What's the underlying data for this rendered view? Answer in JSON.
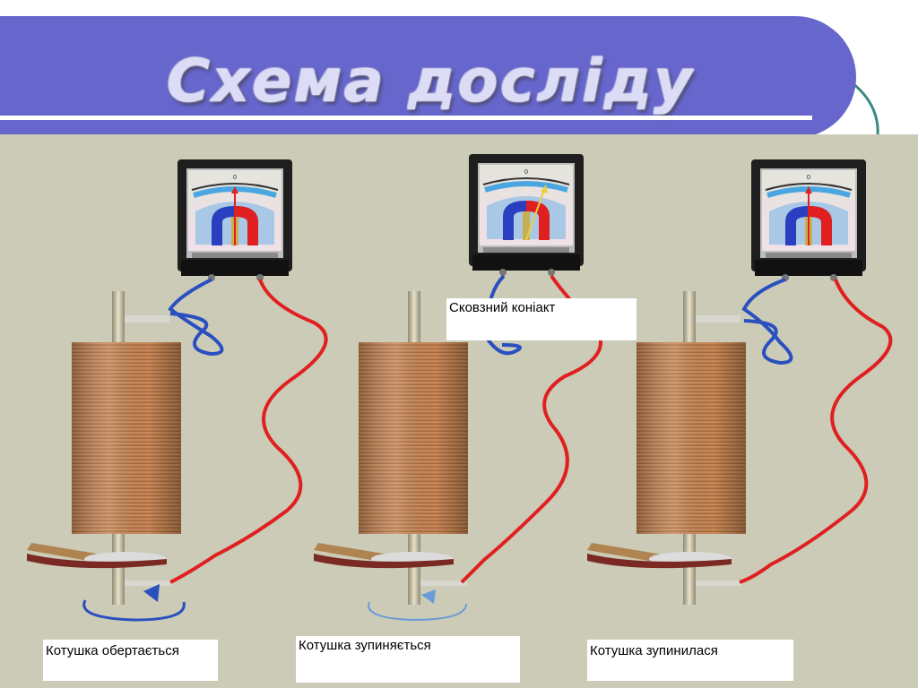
{
  "slide": {
    "title": "Схема досліду"
  },
  "labels": {
    "contact": "Сковзний коніакт",
    "rotating": "Котушка обертається",
    "stopping": "Котушка зупиняється",
    "stopped": "Котушка зупинилася"
  },
  "colors": {
    "title_bar": "#6766cc",
    "background": "#cbcbb7",
    "copper": "#c98a5a",
    "wire_red": "#e02020",
    "wire_blue": "#2a4fbf",
    "accent_teal": "#3a8a7e"
  }
}
